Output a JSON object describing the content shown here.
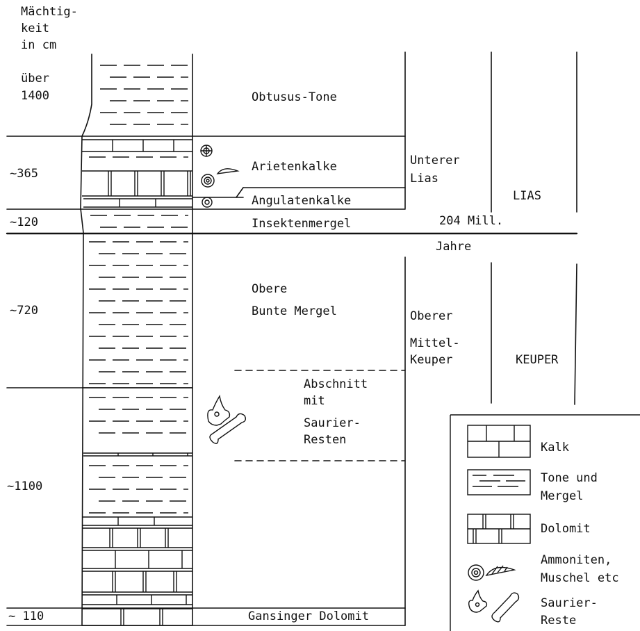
{
  "thickness_header": [
    "Mächtig-",
    "keit",
    "in cm"
  ],
  "thickness": {
    "ueber": "über",
    "t1400": "1400",
    "t365": "~365",
    "t120": "~120",
    "t720": "~720",
    "t1100": "~1100",
    "t110": "~ 110"
  },
  "units": {
    "obtusus": "Obtusus-Tone",
    "arieten": "Arietenkalke",
    "angulaten": "Angulatenkalke",
    "insekten": "Insektenmergel",
    "obere_bunte": [
      "Obere",
      "Bunte Mergel"
    ],
    "saurier_abschnitt": [
      "Abschnitt",
      "mit",
      "Saurier-",
      "Resten"
    ],
    "gansinger": "Gansinger Dolomit"
  },
  "stages": {
    "unterer_lias": [
      "Unterer",
      "Lias"
    ],
    "age": "204 Mill.",
    "age_unit": "Jahre",
    "oberer_mittelkeuper": [
      "Oberer",
      "Mittel-",
      "Keuper"
    ]
  },
  "systems": {
    "lias": "LIAS",
    "keuper": "KEUPER"
  },
  "legend": {
    "kalk": "Kalk",
    "tone": [
      "Tone und",
      "Mergel"
    ],
    "dolomit": "Dolomit",
    "ammoniten": [
      "Ammoniten,",
      "Muschel etc"
    ],
    "saurier": [
      "Saurier-",
      "Reste"
    ]
  }
}
